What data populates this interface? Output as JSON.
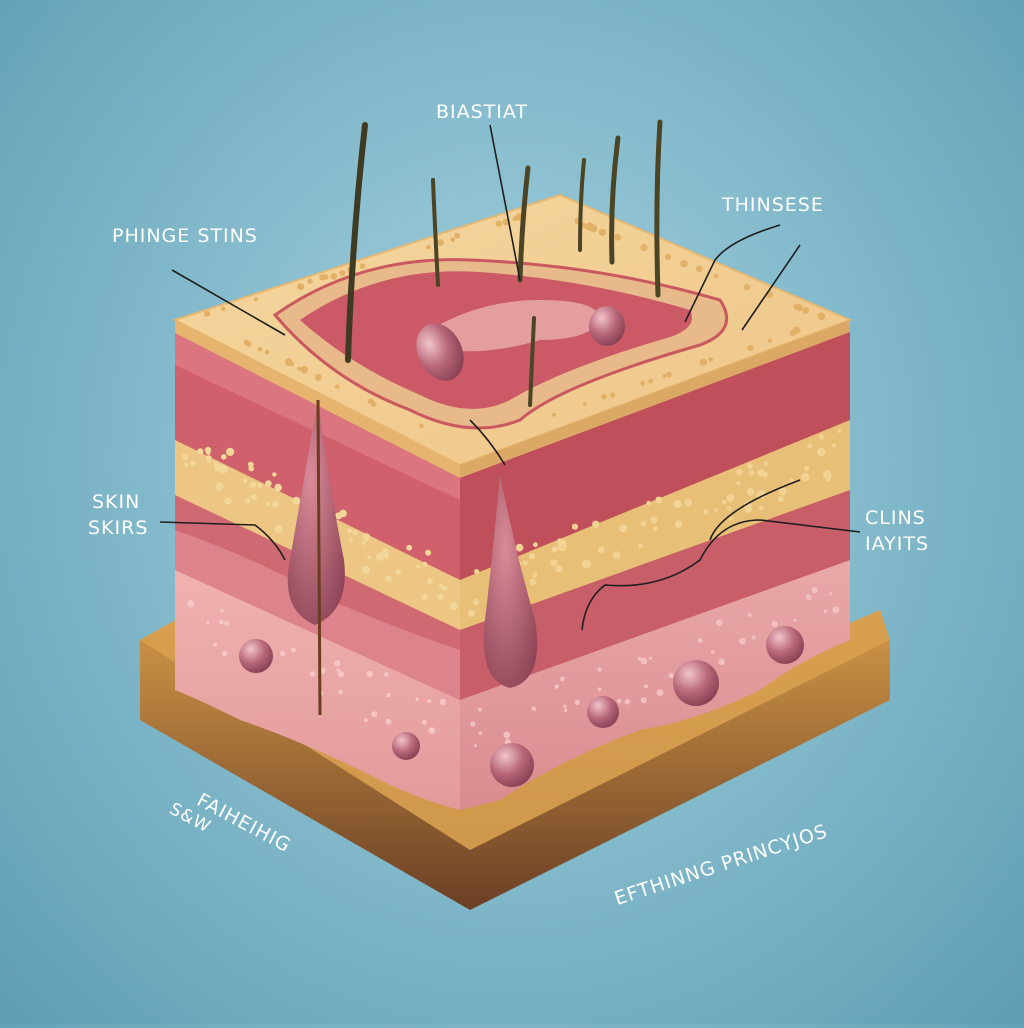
{
  "labels": {
    "top": "BIASTIAT",
    "upper_left": "PHINGE STINS",
    "upper_right": "THINSESE",
    "mid_left_1": "SKIN",
    "mid_left_2": "SKIRS",
    "mid_right_1": "CLINS",
    "mid_right_2": "IAYITS",
    "bottom_left_1": "FAIHEIHIG",
    "bottom_left_2": "S&W",
    "bottom_right": "EFTHINNG PRINCYJOS"
  },
  "colors": {
    "background": "#86bccd",
    "epidermis_top": "#f0cf93",
    "dermis_red": "#c85a63",
    "fat_yellow": "#e9c47f",
    "hypodermis_pink": "#e9a6a6",
    "base_brown": "#7a4a2c",
    "hair": "#3f3a22"
  }
}
